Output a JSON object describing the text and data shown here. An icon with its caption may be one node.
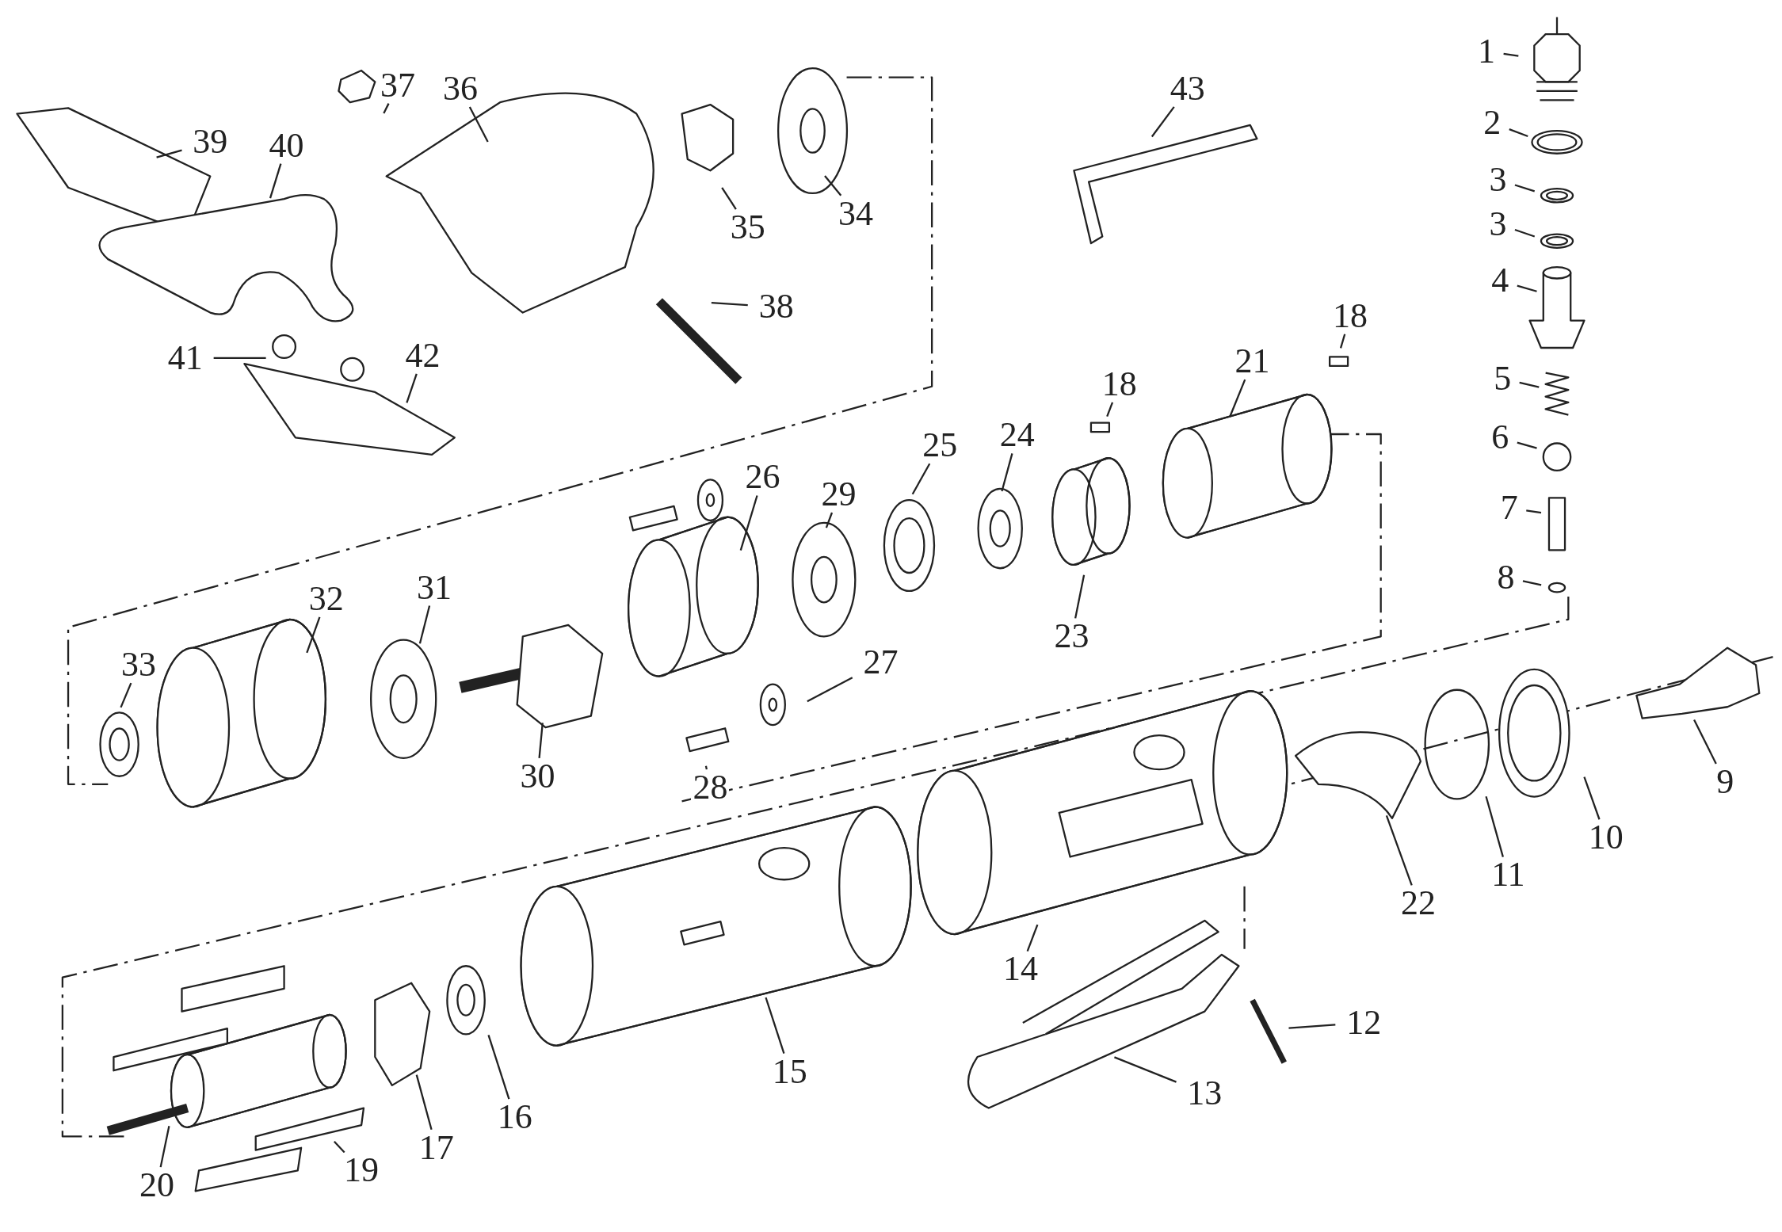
{
  "diagram": {
    "nodes": [
      {
        "text": [
          "1"
        ]
      },
      {
        "text": [
          "2"
        ]
      },
      {
        "text": [
          "3"
        ]
      },
      {
        "text": [
          "3"
        ]
      },
      {
        "text": [
          "4"
        ]
      },
      {
        "text": [
          "5"
        ]
      },
      {
        "text": [
          "6"
        ]
      },
      {
        "text": [
          "7"
        ]
      },
      {
        "text": [
          "8"
        ]
      },
      {
        "text": [
          "9"
        ]
      },
      {
        "text": [
          "10"
        ]
      },
      {
        "text": [
          "11"
        ]
      },
      {
        "text": [
          "22"
        ]
      },
      {
        "text": [
          "12"
        ]
      },
      {
        "text": [
          "13"
        ]
      },
      {
        "text": [
          "14"
        ]
      },
      {
        "text": [
          "15"
        ]
      },
      {
        "text": [
          "16"
        ]
      },
      {
        "text": [
          "17"
        ]
      },
      {
        "text": [
          "19"
        ]
      },
      {
        "text": [
          "20"
        ]
      },
      {
        "text": [
          "18"
        ]
      },
      {
        "text": [
          "21"
        ]
      },
      {
        "text": [
          "18"
        ]
      },
      {
        "text": [
          "23"
        ]
      },
      {
        "text": [
          "24"
        ]
      },
      {
        "text": [
          "25"
        ]
      },
      {
        "text": [
          "29"
        ]
      },
      {
        "text": [
          "26"
        ]
      },
      {
        "text": [
          "27"
        ]
      },
      {
        "text": [
          "28"
        ]
      },
      {
        "text": [
          "30"
        ]
      },
      {
        "text": [
          "31"
        ]
      },
      {
        "text": [
          "32"
        ]
      },
      {
        "text": [
          "33"
        ]
      },
      {
        "text": [
          "34"
        ]
      },
      {
        "text": [
          "35"
        ]
      },
      {
        "text": [
          "36"
        ]
      },
      {
        "text": [
          "37"
        ]
      },
      {
        "text": [
          "38"
        ]
      },
      {
        "text": [
          "39"
        ]
      },
      {
        "text": [
          "40"
        ]
      },
      {
        "text": [
          "41"
        ]
      },
      {
        "text": [
          "42"
        ]
      },
      {
        "text": [
          "43"
        ]
      }
    ],
    "edges": [
      {
        "from": 0,
        "to": null,
        "arrow": "none"
      },
      {
        "from": 1,
        "to": null,
        "arrow": "none"
      },
      {
        "from": 2,
        "to": null,
        "arrow": "none"
      },
      {
        "from": 3,
        "to": null,
        "arrow": "none"
      },
      {
        "from": 4,
        "to": null,
        "arrow": "none"
      },
      {
        "from": 5,
        "to": null,
        "arrow": "none"
      },
      {
        "from": 6,
        "to": null,
        "arrow": "none"
      },
      {
        "from": 7,
        "to": null,
        "arrow": "none"
      },
      {
        "from": 8,
        "to": null,
        "arrow": "none"
      },
      {
        "from": 9,
        "to": null,
        "arrow": "none"
      },
      {
        "from": 10,
        "to": null,
        "arrow": "none"
      },
      {
        "from": 11,
        "to": null,
        "arrow": "none"
      },
      {
        "from": 12,
        "to": null,
        "arrow": "none"
      },
      {
        "from": 13,
        "to": null,
        "arrow": "none"
      },
      {
        "from": 14,
        "to": null,
        "arrow": "none"
      },
      {
        "from": 15,
        "to": null,
        "arrow": "none"
      },
      {
        "from": 16,
        "to": null,
        "arrow": "none"
      },
      {
        "from": 17,
        "to": null,
        "arrow": "none"
      },
      {
        "from": 18,
        "to": null,
        "arrow": "none"
      },
      {
        "from": 19,
        "to": null,
        "arrow": "none"
      },
      {
        "from": 20,
        "to": null,
        "arrow": "none"
      },
      {
        "from": 21,
        "to": null,
        "arrow": "none"
      },
      {
        "from": 22,
        "to": null,
        "arrow": "none"
      },
      {
        "from": 23,
        "to": null,
        "arrow": "none"
      },
      {
        "from": 24,
        "to": null,
        "arrow": "none"
      },
      {
        "from": 25,
        "to": null,
        "arrow": "none"
      },
      {
        "from": 26,
        "to": null,
        "arrow": "none"
      },
      {
        "from": 27,
        "to": null,
        "arrow": "none"
      },
      {
        "from": 28,
        "to": null,
        "arrow": "none"
      },
      {
        "from": 29,
        "to": null,
        "arrow": "none"
      },
      {
        "from": 30,
        "to": null,
        "arrow": "none"
      },
      {
        "from": 31,
        "to": null,
        "arrow": "none"
      },
      {
        "from": 32,
        "to": null,
        "arrow": "none"
      },
      {
        "from": 33,
        "to": null,
        "arrow": "none"
      },
      {
        "from": 34,
        "to": null,
        "arrow": "none"
      },
      {
        "from": 35,
        "to": null,
        "arrow": "none"
      },
      {
        "from": 36,
        "to": null,
        "arrow": "none"
      },
      {
        "from": 37,
        "to": null,
        "arrow": "none"
      },
      {
        "from": 38,
        "to": null,
        "arrow": "none"
      },
      {
        "from": 39,
        "to": null,
        "arrow": "none"
      },
      {
        "from": 40,
        "to": null,
        "arrow": "none"
      },
      {
        "from": 41,
        "to": null,
        "arrow": "none"
      },
      {
        "from": 42,
        "to": null,
        "arrow": "none"
      },
      {
        "from": 43,
        "to": null,
        "arrow": "none"
      },
      {
        "from": 44,
        "to": null,
        "arrow": "none"
      }
    ]
  }
}
